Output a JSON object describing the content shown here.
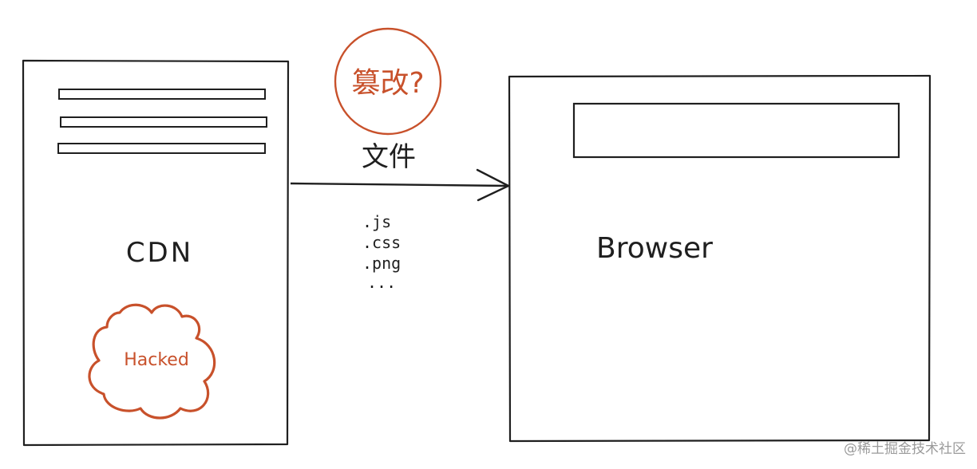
{
  "cdn": {
    "label": "CDN",
    "hacked_label": "Hacked"
  },
  "browser": {
    "label": "Browser"
  },
  "transfer": {
    "tamper_label": "篡改?",
    "file_label": "文件",
    "file_types": [
      ".js",
      ".css",
      ".png",
      "..."
    ]
  },
  "watermark": "@稀土掘金技术社区",
  "colors": {
    "ink": "#1f1f1f",
    "accent": "#c8512b"
  }
}
